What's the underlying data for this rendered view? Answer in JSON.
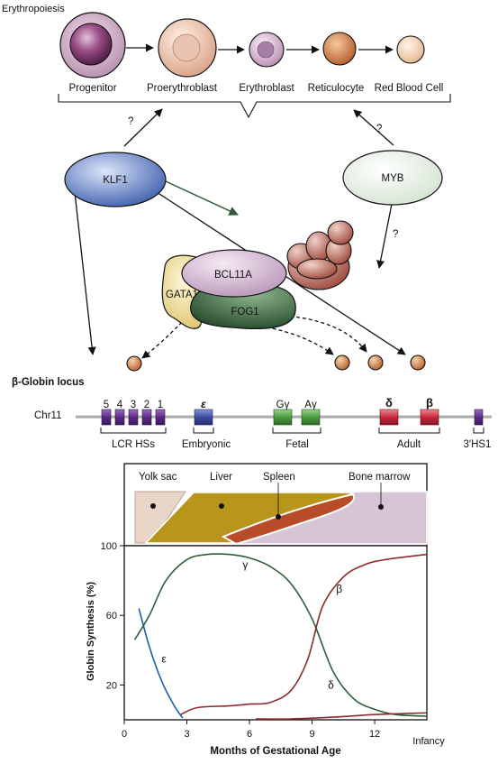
{
  "header": {
    "title": "Erythropoiesis"
  },
  "cells": [
    {
      "label": "Progenitor"
    },
    {
      "label": "Proerythroblast"
    },
    {
      "label": "Erythroblast"
    },
    {
      "label": "Reticulocyte"
    },
    {
      "label": "Red Blood Cell"
    }
  ],
  "regulators": {
    "klf1": "KLF1",
    "myb": "MYB",
    "question_mark": "?",
    "gata1": "GATA1",
    "bcl11a": "BCL11A",
    "fog1": "FOG1"
  },
  "locus": {
    "title": "β-Globin locus",
    "chromosome": "Chr11",
    "hs_numbers": [
      "5",
      "4",
      "3",
      "2",
      "1"
    ],
    "genes": {
      "epsilon": "ε",
      "g_gamma": "Gγ",
      "a_gamma": "Aγ",
      "delta": "δ",
      "beta": "β"
    },
    "groups": {
      "lcr": "LCR HSs",
      "embryonic": "Embryonic",
      "fetal": "Fetal",
      "adult": "Adult",
      "hs1": "3′HS1"
    }
  },
  "colors": {
    "hs_purple": "#5b2a86",
    "embryonic_blue": "#3b4aa0",
    "fetal_green": "#4a9a3c",
    "adult_red": "#c8283c",
    "klf1_blue": "#3f63b4",
    "myb_green": "#e4efe2",
    "yolk_sac": "#ead6c8",
    "liver": "#b8961c",
    "spleen": "#b84c28",
    "bone_marrow": "#d7c4d4",
    "epsilon_curve": "#1f5ea8",
    "gamma_curve": "#2d5e3a",
    "beta_curve": "#8c2a2a"
  },
  "chart_data": {
    "type": "line",
    "xlabel": "Months of Gestational Age",
    "ylabel": "Globin Synthesis (%)",
    "x_ticks": [
      "0",
      "3",
      "6",
      "9",
      "12",
      "Infancy"
    ],
    "y_ticks": [
      "20",
      "60",
      "100"
    ],
    "xlim": [
      0,
      14.5
    ],
    "ylim": [
      0,
      100
    ],
    "sites": [
      "Yolk sac",
      "Liver",
      "Spleen",
      "Bone marrow"
    ],
    "series": [
      {
        "name": "ε",
        "x": [
          0.7,
          1.2,
          1.8,
          2.4,
          2.8
        ],
        "y": [
          64,
          42,
          22,
          8,
          1
        ]
      },
      {
        "name": "γ",
        "x": [
          0.5,
          1.2,
          2.0,
          3.0,
          4.0,
          5.0,
          6.0,
          7.0,
          8.0,
          9.0,
          10.0,
          11.0,
          12.0,
          13.0,
          14.5
        ],
        "y": [
          46,
          60,
          80,
          92,
          95,
          95,
          93,
          88,
          78,
          58,
          28,
          12,
          6,
          3,
          2
        ]
      },
      {
        "name": "β",
        "x": [
          2.7,
          3.5,
          5.0,
          6.0,
          7.0,
          8.0,
          8.8,
          9.5,
          10.5,
          11.5,
          12.5,
          14.5
        ],
        "y": [
          3,
          7,
          8,
          9,
          10,
          17,
          35,
          65,
          82,
          89,
          92,
          95
        ]
      },
      {
        "name": "δ",
        "x": [
          6.3,
          8.0,
          10.0,
          12.0,
          14.5
        ],
        "y": [
          0,
          0.5,
          1.5,
          3,
          4
        ]
      }
    ]
  }
}
